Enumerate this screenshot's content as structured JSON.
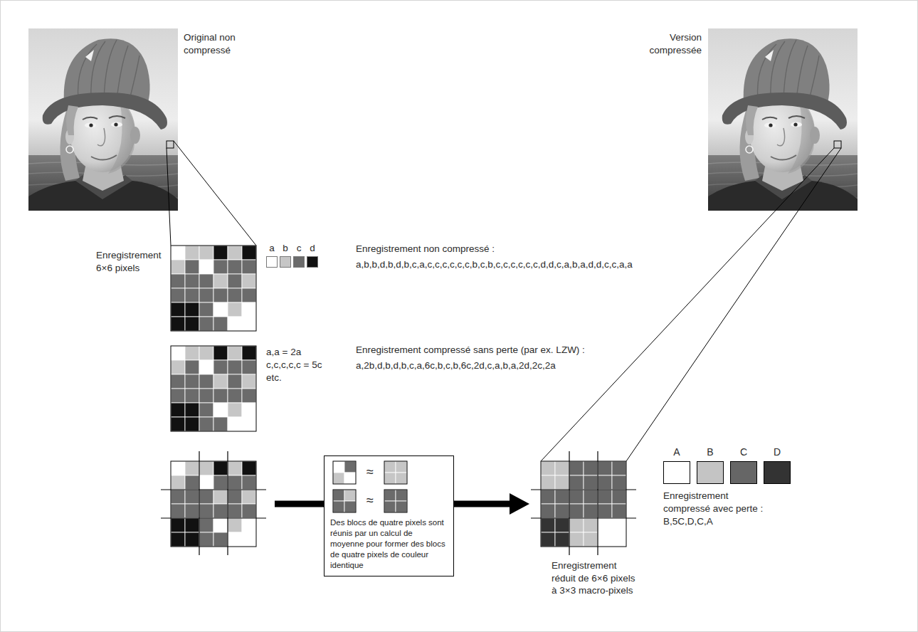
{
  "diagram": {
    "nodes": [
      {
        "text": [
          "Des blocs de quatre pixels sont réunis par un calcul de moyenne pour former des blocs de quatre pixels de couleur identique"
        ]
      }
    ],
    "labels": [
      "Original non compressé",
      "Version compressée",
      "Enregistrement 6×6 pixels",
      "Enregistrement non compressé :",
      "a,b,b,d,b,d,b,c,a,c,c,c,c,c,c,b,c,b,c,c,c,c,c,c,d,d,c,a,b,a,d,d,c,c,a,a",
      "a,a = 2a",
      "c,c,c,c,c = 5c",
      "etc.",
      "Enregistrement compressé sans perte (par ex. LZW) :",
      "a,2b,d,b,d,b,c,a,6c,b,c,b,6c,2d,c,a,b,a,2d,2c,2a",
      "≈",
      "≈",
      "Enregistrement réduit de 6×6 pixels à 3×3 macro-pixels",
      "Enregistrement compressé avec perte :",
      "B,5C,D,C,A"
    ],
    "legend": [
      {
        "text": "a",
        "color": "#ffffff"
      },
      {
        "text": "b",
        "color": "#c6c6c6"
      },
      {
        "text": "c",
        "color": "#6b6b6b"
      },
      {
        "text": "d",
        "color": "#111111"
      },
      {
        "text": "A",
        "color": "#ffffff"
      },
      {
        "text": "B",
        "color": "#c4c4c4"
      },
      {
        "text": "C",
        "color": "#666666"
      },
      {
        "text": "D",
        "color": "#333333"
      }
    ]
  }
}
